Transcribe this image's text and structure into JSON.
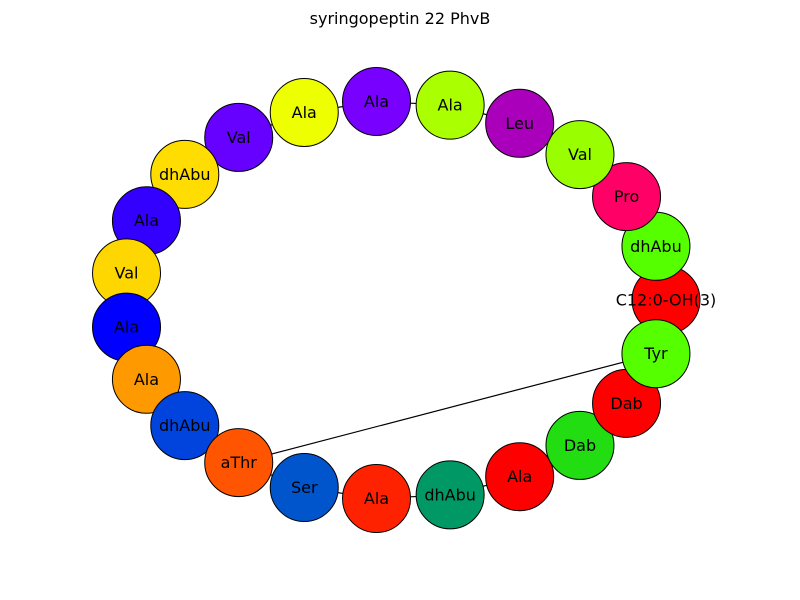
{
  "title": "syringopeptin 22 PhvB",
  "nodes": [
    {
      "label": "C12:0-OH(3)",
      "color": "#ff0000"
    },
    {
      "label": "dhAbu",
      "color": "#55ff00"
    },
    {
      "label": "Pro",
      "color": "#ff0066"
    },
    {
      "label": "Val",
      "color": "#99ff00"
    },
    {
      "label": "Leu",
      "color": "#aa00bb"
    },
    {
      "label": "Ala",
      "color": "#aaff00"
    },
    {
      "label": "Ala",
      "color": "#7700ff"
    },
    {
      "label": "Ala",
      "color": "#eeff00"
    },
    {
      "label": "Val",
      "color": "#6600ff"
    },
    {
      "label": "dhAbu",
      "color": "#ffdd00"
    },
    {
      "label": "Ala",
      "color": "#3300ff"
    },
    {
      "label": "Val",
      "color": "#ffd700"
    },
    {
      "label": "Ala",
      "color": "#0000ff"
    },
    {
      "label": "Ala",
      "color": "#ff9900"
    },
    {
      "label": "dhAbu",
      "color": "#0044dd"
    },
    {
      "label": "aThr",
      "color": "#ff5500"
    },
    {
      "label": "Ser",
      "color": "#0055cc"
    },
    {
      "label": "Ala",
      "color": "#ff2200"
    },
    {
      "label": "dhAbu",
      "color": "#009966"
    },
    {
      "label": "Ala",
      "color": "#ff0000"
    },
    {
      "label": "Dab",
      "color": "#22dd11"
    },
    {
      "label": "Dab",
      "color": "#ff0000"
    },
    {
      "label": "Tyr",
      "color": "#55ff00"
    }
  ],
  "edges": [
    [
      0,
      1
    ],
    [
      1,
      2
    ],
    [
      2,
      3
    ],
    [
      3,
      4
    ],
    [
      4,
      5
    ],
    [
      5,
      6
    ],
    [
      6,
      7
    ],
    [
      7,
      8
    ],
    [
      8,
      9
    ],
    [
      9,
      10
    ],
    [
      10,
      11
    ],
    [
      11,
      12
    ],
    [
      12,
      13
    ],
    [
      13,
      14
    ],
    [
      14,
      15
    ],
    [
      15,
      16
    ],
    [
      16,
      17
    ],
    [
      17,
      18
    ],
    [
      18,
      19
    ],
    [
      19,
      20
    ],
    [
      20,
      21
    ],
    [
      21,
      22
    ],
    [
      15,
      22
    ]
  ]
}
